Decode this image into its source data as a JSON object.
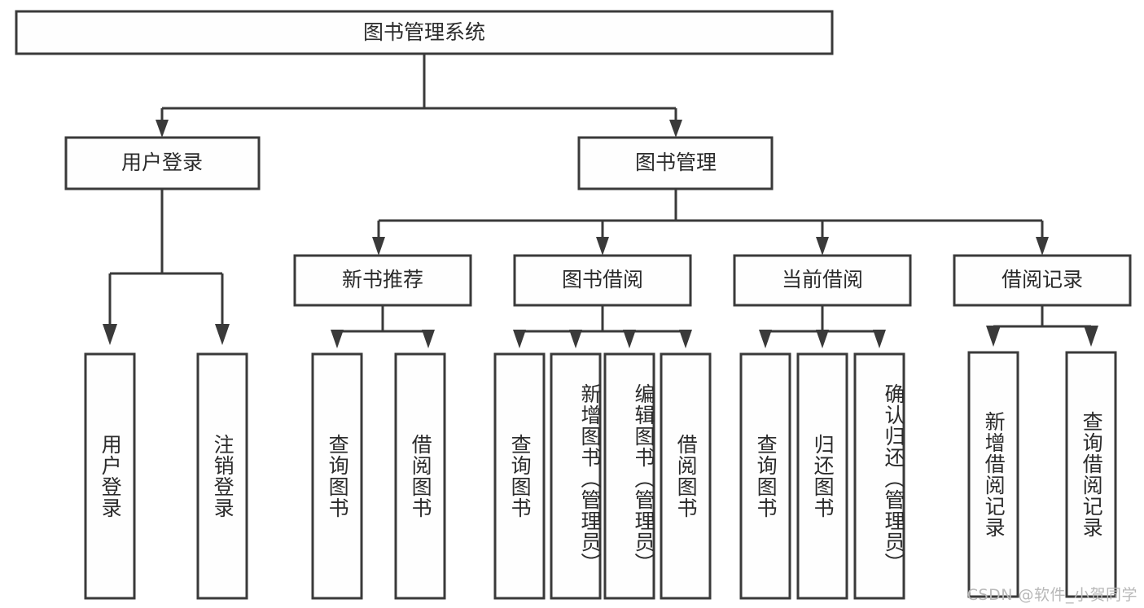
{
  "diagram": {
    "type": "tree-hierarchy-chart",
    "title": "图书管理系统",
    "colors": {
      "box_fill": "#fefefe",
      "box_stroke": "#3a3a3a",
      "text": "#2b2b2b",
      "background": "#ffffff",
      "watermark": "#b8b8b8"
    },
    "root": {
      "label": "图书管理系统"
    },
    "level2": [
      {
        "label": "用户登录"
      },
      {
        "label": "图书管理"
      }
    ],
    "level3": [
      {
        "label": "新书推荐"
      },
      {
        "label": "图书借阅"
      },
      {
        "label": "当前借阅"
      },
      {
        "label": "借阅记录"
      }
    ],
    "leaves": {
      "user_login": [
        {
          "label": "用户登录"
        },
        {
          "label": "注销登录"
        }
      ],
      "new_book": [
        {
          "label": "查询图书"
        },
        {
          "label": "借阅图书"
        }
      ],
      "book_borrow": [
        {
          "label": "查询图书"
        },
        {
          "label": "新增图书（管理员）"
        },
        {
          "label": "编辑图书（管理员）"
        },
        {
          "label": "借阅图书"
        }
      ],
      "current_borrow": [
        {
          "label": "查询图书"
        },
        {
          "label": "归还图书"
        },
        {
          "label": "确认归还（管理员）"
        }
      ],
      "borrow_record": [
        {
          "label": "新增借阅记录"
        },
        {
          "label": "查询借阅记录"
        }
      ]
    }
  },
  "watermark": {
    "text": "CSDN @软件_小贺同学"
  }
}
